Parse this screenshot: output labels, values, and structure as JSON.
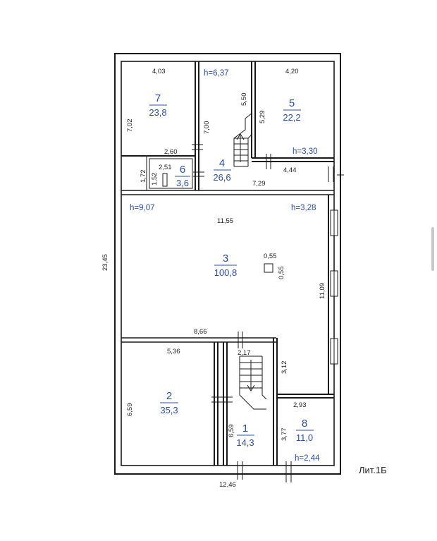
{
  "sheet_label": "Лит.1Б",
  "rooms": [
    {
      "id": "7",
      "number": "7",
      "area": "23,8"
    },
    {
      "id": "5",
      "number": "5",
      "area": "22,2"
    },
    {
      "id": "4",
      "number": "4",
      "area": "26,6"
    },
    {
      "id": "6",
      "number": "6",
      "area": "3,6"
    },
    {
      "id": "3",
      "number": "3",
      "area": "100,8"
    },
    {
      "id": "2",
      "number": "2",
      "area": "35,3"
    },
    {
      "id": "1",
      "number": "1",
      "area": "14,3"
    },
    {
      "id": "8",
      "number": "8",
      "area": "11,0"
    }
  ],
  "heights": {
    "h637": "h=6,37",
    "h330": "h=3,30",
    "h907": "h=9,07",
    "h328": "h=3,28",
    "h244": "h=2,44"
  },
  "dimensions": {
    "d403": "4,03",
    "d420": "4,20",
    "d702": "7,02",
    "d550": "5,50",
    "d529": "5,29",
    "d700": "7,00",
    "d260": "2,60",
    "d251": "2,51",
    "d172": "1,72",
    "d152": "1,52",
    "d444": "4,44",
    "d729": "7,29",
    "d1155": "11,55",
    "d055a": "0,55",
    "d055b": "0,55",
    "d2345": "23,45",
    "d1109": "11,09",
    "d866": "8,66",
    "d536": "5,36",
    "d217": "2,17",
    "d312": "3,12",
    "d659a": "6,59",
    "d659b": "6,59",
    "d293": "2,93",
    "d377": "3,77",
    "d1246": "12,46"
  }
}
